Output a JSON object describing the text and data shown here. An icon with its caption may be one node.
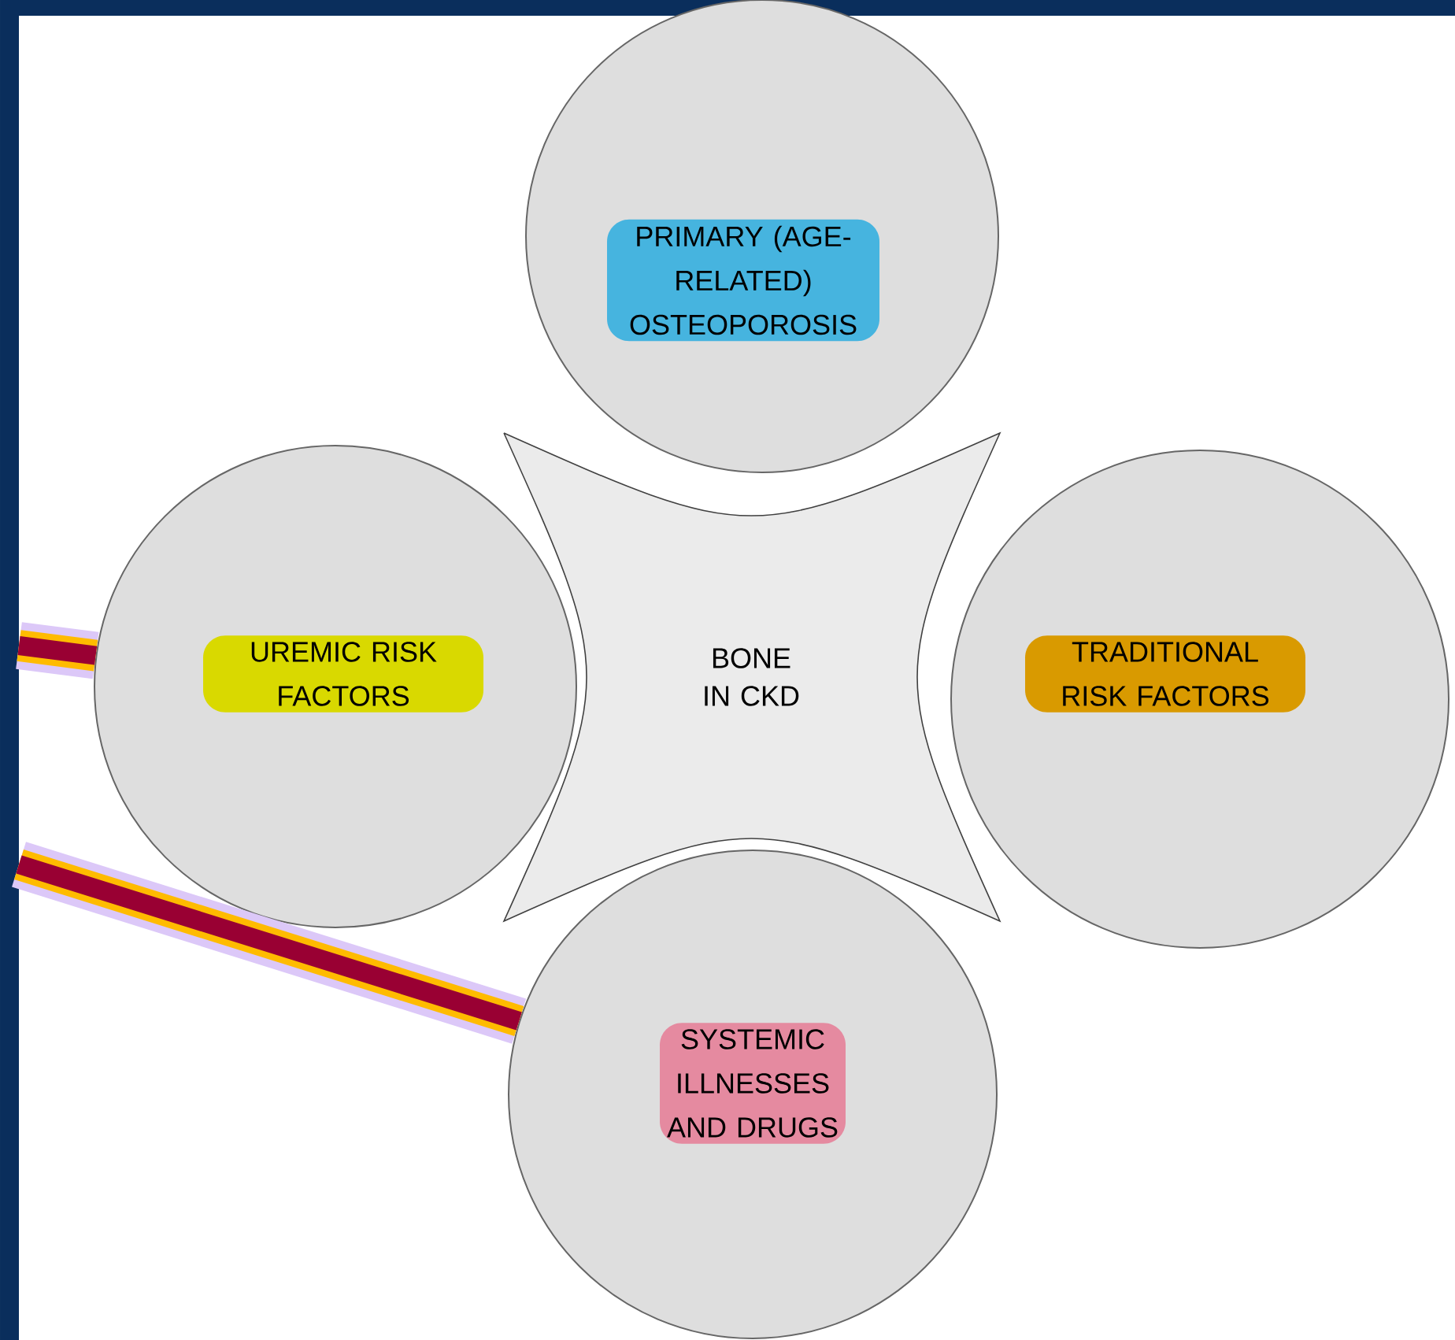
{
  "diagram": {
    "nodes": [
      {
        "text": [],
        "shape": "circle"
      },
      {
        "text": [
          "PRIMARY (AGE-RELATED) OSTEOPOROSIS"
        ],
        "in": 0
      },
      {
        "text": [],
        "shape": "circle"
      },
      {
        "text": [
          "UREMIC RISK FACTORS"
        ],
        "in": 2
      },
      {
        "text": [
          "BONE IN CKD"
        ]
      },
      {
        "text": [],
        "shape": "circle"
      },
      {
        "text": [
          "TRADITIONAL RISK FACTORS"
        ],
        "in": 5
      },
      {
        "text": [],
        "shape": "circle"
      },
      {
        "text": [
          "SYSTEMIC ILLNESSES AND DRUGS"
        ],
        "in": 7
      }
    ],
    "edges": [
      {
        "from": null,
        "to": 2,
        "arrow": "none"
      },
      {
        "from": null,
        "to": 7,
        "arrow": "none"
      }
    ]
  }
}
